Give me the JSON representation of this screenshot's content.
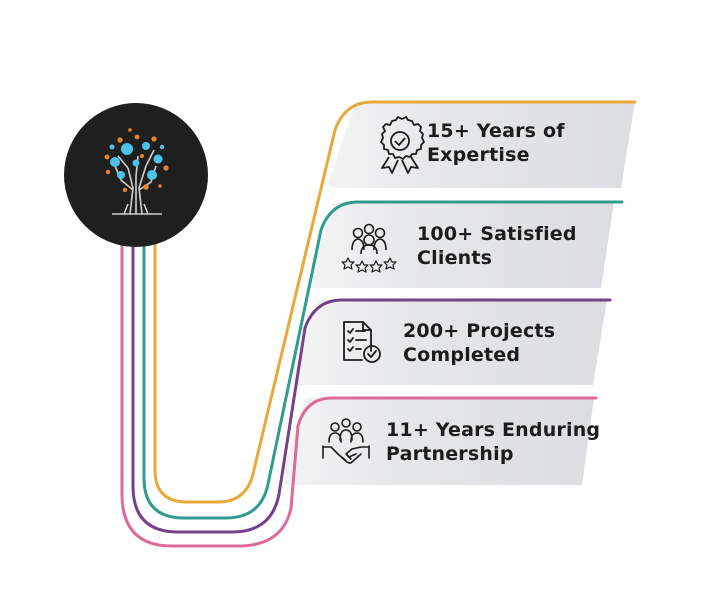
{
  "colors": {
    "orange": "#e8a93a",
    "teal": "#2e9c8f",
    "purple": "#74418a",
    "pink": "#dd6a98",
    "card": "#e5e6e8",
    "circle": "#1f1f1f",
    "text": "#1c1c1c"
  },
  "logo": {
    "icon": "tree-circuit-logo-icon"
  },
  "cards": [
    {
      "line1": "15+ Years of",
      "line2": "Expertise",
      "icon": "award-badge-icon",
      "color": "#e8a93a"
    },
    {
      "line1": "100+ Satisfied",
      "line2": "Clients",
      "icon": "satisfied-clients-icon",
      "color": "#2e9c8f"
    },
    {
      "line1": "200+ Projects",
      "line2": "Completed",
      "icon": "checklist-icon",
      "color": "#74418a"
    },
    {
      "line1": "11+ Years Enduring",
      "line2": "Partnership",
      "icon": "handshake-icon",
      "color": "#dd6a98"
    }
  ]
}
